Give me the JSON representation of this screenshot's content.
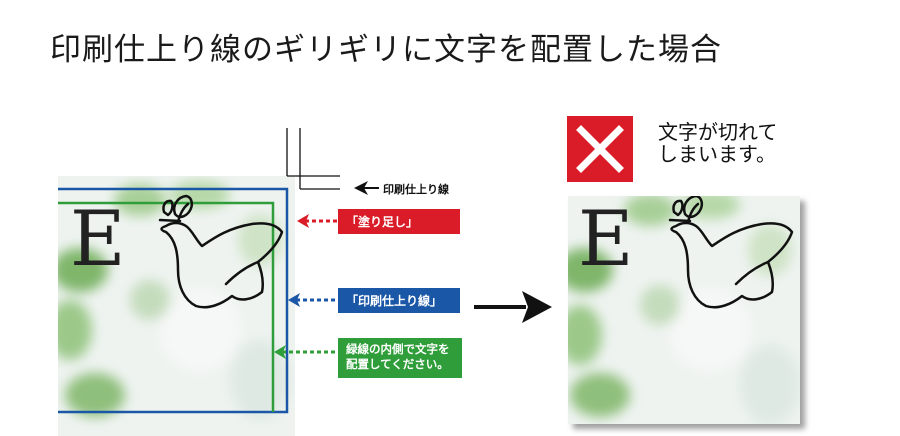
{
  "title": "印刷仕上り線のギリギリに文字を配置した場合",
  "labels": {
    "trim_line": "印刷仕上り線",
    "bleed_tag": "「塗り足し」",
    "trim_tag": "「印刷仕上り線」",
    "safe_tag_line1": "緑線の内側で文字を",
    "safe_tag_line2": "配置してください。"
  },
  "result": {
    "line1": "文字が切れて",
    "line2": "しまいます。"
  },
  "sample_letter": "E",
  "colors": {
    "bleed": "#d91c27",
    "trim": "#1a57a6",
    "safe": "#2f9e3a",
    "cross_bg": "#d91c27"
  },
  "icons": {
    "cross": "x-mark-icon",
    "dove": "dove-icon",
    "arrow": "arrow-right-icon"
  }
}
